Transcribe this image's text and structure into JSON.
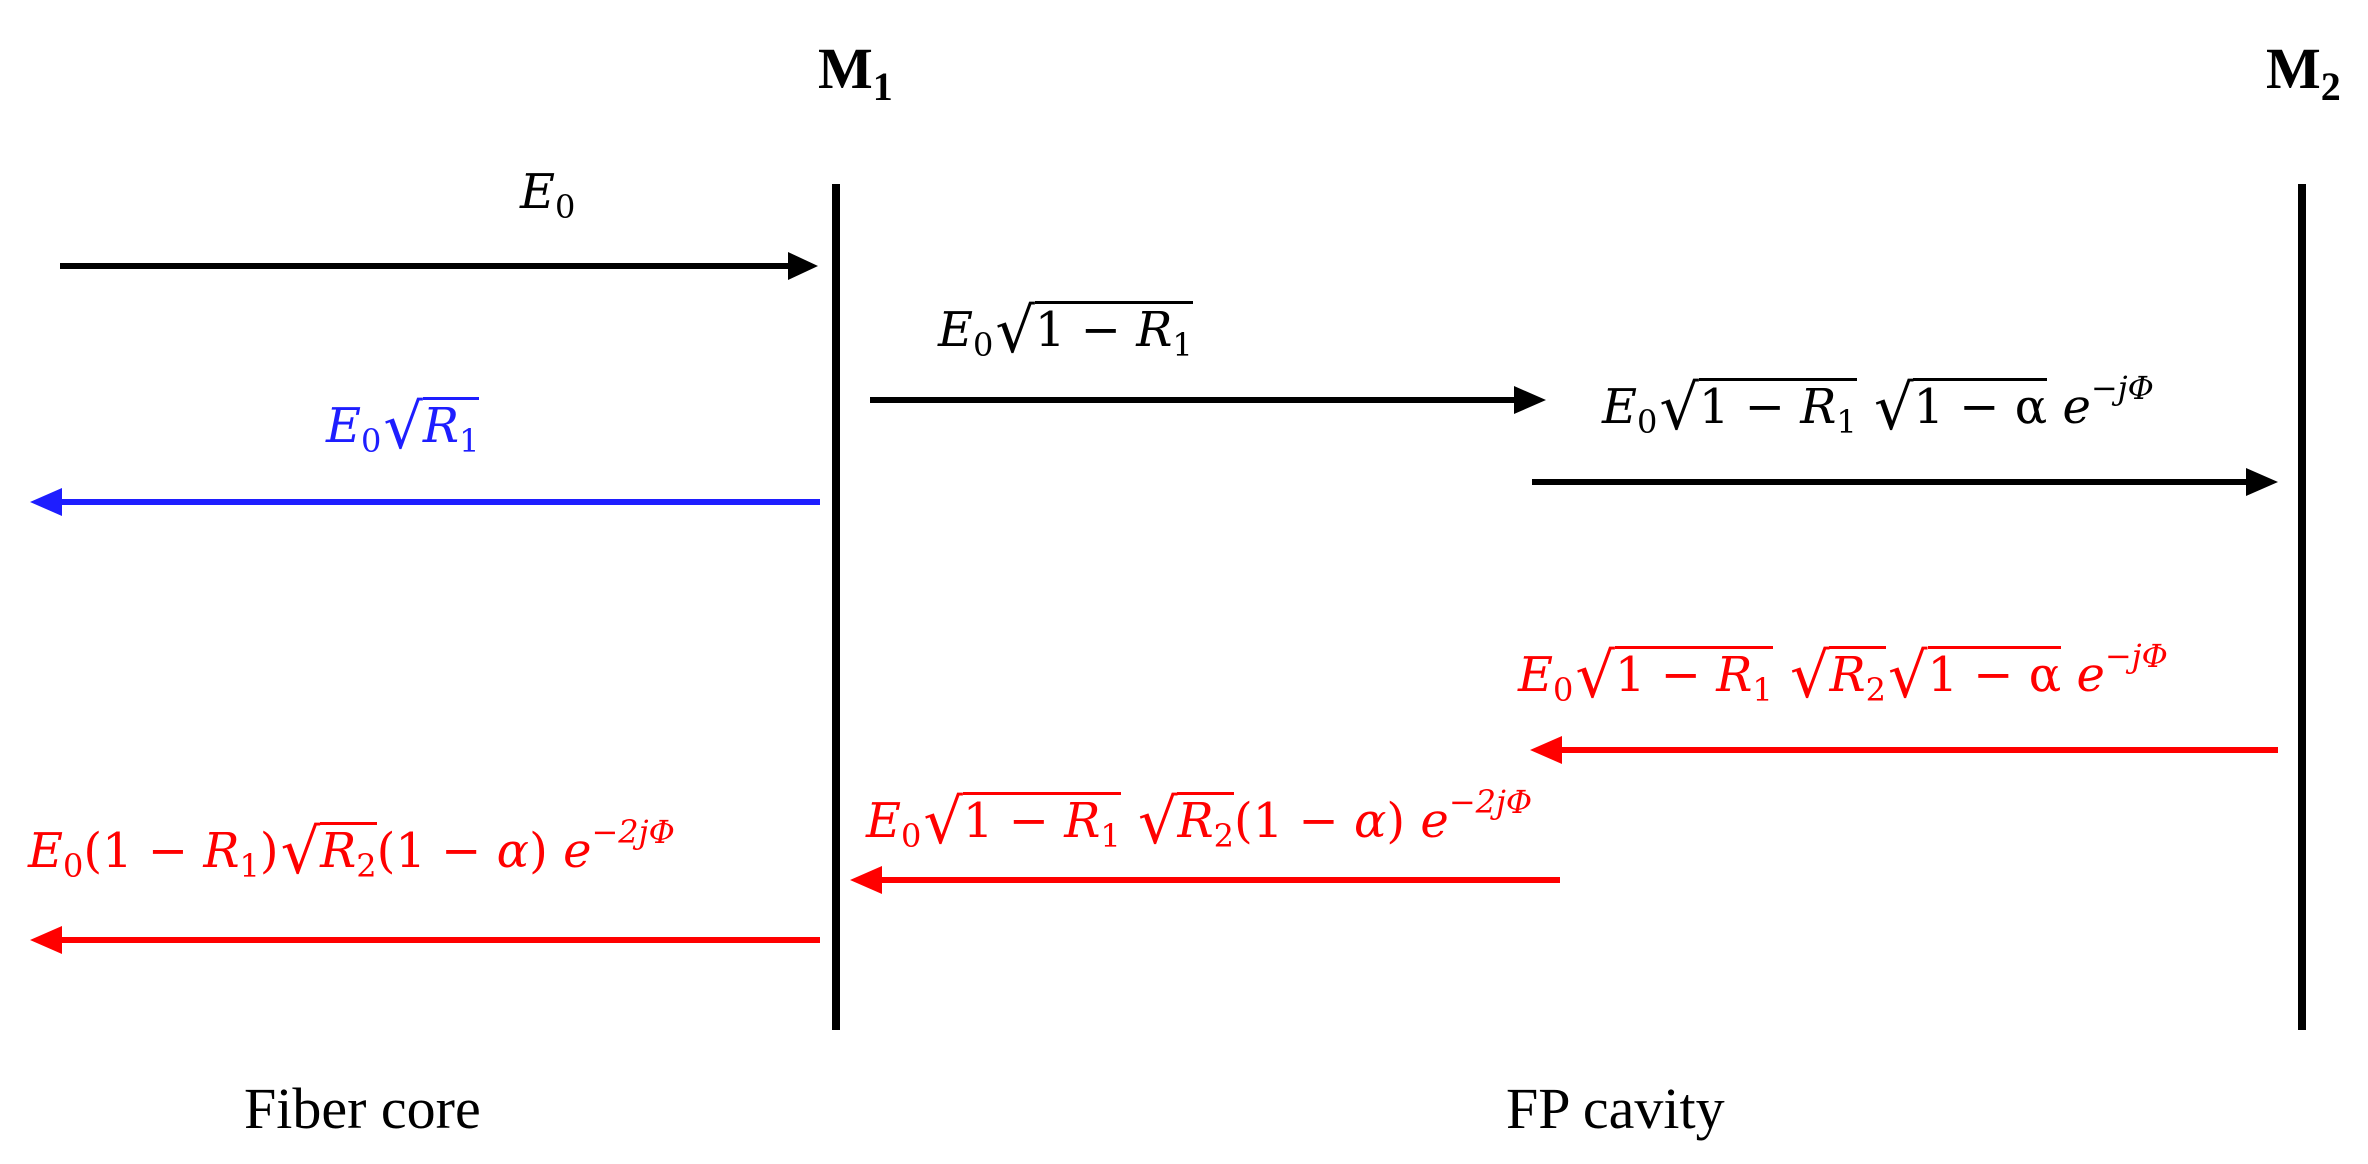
{
  "mirrors": {
    "m1": {
      "letter": "M",
      "index": "1"
    },
    "m2": {
      "letter": "M",
      "index": "2"
    }
  },
  "regions": {
    "fiber_core": "Fiber core",
    "fp_cavity": "FP cavity"
  },
  "symbols": {
    "E": "E",
    "zero": "0",
    "one": "1",
    "two": "2",
    "R": "R",
    "alpha": "α",
    "one_minus": "1 − ",
    "one_minus_alpha": "1 − α",
    "exp_e": "e",
    "exp_jphi": "−jΦ",
    "exp_2jphi": "−2jΦ",
    "open_paren": "(",
    "close_paren": ")",
    "open_one_minus": "(1 − ",
    "alpha_paren": "(1 − α)",
    "open_one_minus_alpha": "(1 − α)"
  },
  "colors": {
    "incident": "#000000",
    "reflected_m1": "#1e1eff",
    "reflected_cavity": "#ff0000"
  }
}
